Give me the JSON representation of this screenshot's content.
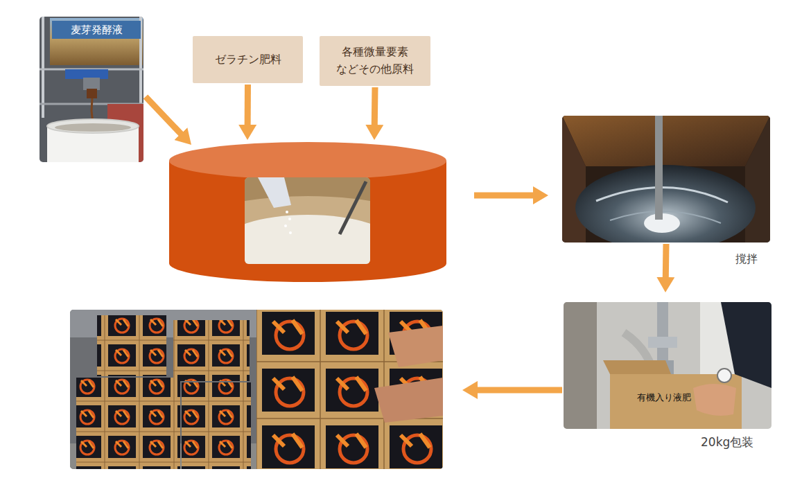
{
  "diagram": {
    "nodes": [
      {
        "text": [
          "麦芽発酵液"
        ]
      },
      {
        "text": [
          "ゼラチン肥料"
        ]
      },
      {
        "text": [
          "各種微量要素 などその他原料"
        ]
      },
      {
        "text": []
      },
      {
        "text": [
          "撹拌"
        ]
      },
      {
        "text": [
          "有機入り液肥",
          "20kg包装"
        ]
      },
      {
        "text": []
      }
    ],
    "edges": [
      {
        "from": 0,
        "to": 3,
        "arrow": "to"
      },
      {
        "from": 1,
        "to": 3,
        "arrow": "to"
      },
      {
        "from": 2,
        "to": 3,
        "arrow": "to"
      },
      {
        "from": 3,
        "to": 4,
        "arrow": "to"
      },
      {
        "from": 4,
        "to": 5,
        "arrow": "to"
      },
      {
        "from": 5,
        "to": 6,
        "arrow": "to"
      }
    ]
  }
}
